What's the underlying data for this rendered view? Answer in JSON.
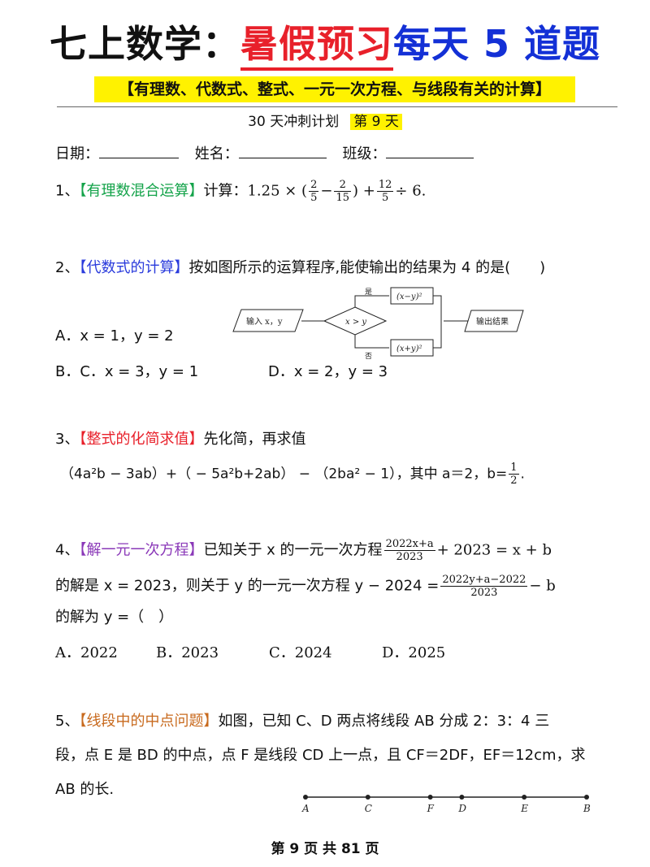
{
  "header": {
    "title_part1": "七上数学：",
    "title_part2": "暑假预习",
    "title_part3": "每天 5 道题",
    "subtitle": "【有理数、代数式、整式、一元一次方程、与线段有关的计算】",
    "plan_label": "30 天冲刺计划",
    "day_label": "第 9 天"
  },
  "info": {
    "date_label": "日期：",
    "name_label": "姓名：",
    "class_label": "班级："
  },
  "q1": {
    "num": "1、",
    "tag": "【有理数混合运算】",
    "text": "计算：",
    "expr_a": "1.25 × (",
    "f1_num": "2",
    "f1_den": "5",
    "minus": "−",
    "f2_num": "2",
    "f2_den": "15",
    "expr_b": ") +",
    "f3_num": "12",
    "f3_den": "5",
    "expr_c": "÷ 6."
  },
  "q2": {
    "num": "2、",
    "tag": "【代数式的计算】",
    "text": "按如图所示的运算程序,能使输出的结果为 4 的是(　　)",
    "opt_a": "A．x = 1，y = 2",
    "opt_b": "B．C．x = 3，y = 1",
    "opt_d": "D．x = 2，y = 3",
    "flow": {
      "input": "输入 x，y",
      "cond": "x > y",
      "yes": "是",
      "no": "否",
      "box_top": "(x−y)²",
      "box_bottom": "(x+y)²",
      "output": "输出结果"
    }
  },
  "q3": {
    "num": "3、",
    "tag": "【整式的化简求值】",
    "text": "先化简，再求值",
    "expr": "（4a²b − 3ab）+（ − 5a²b+2ab） − （2ba² − 1），其中 a＝2，b=",
    "b_num": "1",
    "b_den": "2",
    "end": "."
  },
  "q4": {
    "num": "4、",
    "tag": "【解一元一次方程】",
    "line1_a": "已知关于 x 的一元一次方程",
    "f1_num": "2022x+a",
    "f1_den": "2023",
    "line1_b": "+ 2023 = x + b",
    "line2_a": "的解是 x = 2023，则关于 y 的一元一次方程 y − 2024 =",
    "f2_num": "2022y+a−2022",
    "f2_den": "2023",
    "line2_b": "− b",
    "line3": "的解为 y =（　）",
    "opt_a": "A．2022",
    "opt_b": "B．2023",
    "opt_c": "C．2024",
    "opt_d": "D．2025"
  },
  "q5": {
    "num": "5、",
    "tag": "【线段中的中点问题】",
    "line1": "如图，已知 C、D 两点将线段 AB 分成 2：3：4 三",
    "line2": "段，点 E 是 BD 的中点，点 F 是线段 CD 上一点，且 CF＝2DF，EF＝12cm，求",
    "line3": "AB 的长.",
    "points": [
      {
        "label": "A",
        "pos": 0
      },
      {
        "label": "C",
        "pos": 0.222
      },
      {
        "label": "F",
        "pos": 0.444
      },
      {
        "label": "D",
        "pos": 0.556
      },
      {
        "label": "E",
        "pos": 0.778
      },
      {
        "label": "B",
        "pos": 1
      }
    ]
  },
  "footer": "第 9 页 共 81 页",
  "colors": {
    "red": "#e8202a",
    "blue": "#1330d6",
    "highlight": "#fff200",
    "green": "#14a34a",
    "purple": "#8a38b8",
    "brown": "#c86a1e"
  }
}
